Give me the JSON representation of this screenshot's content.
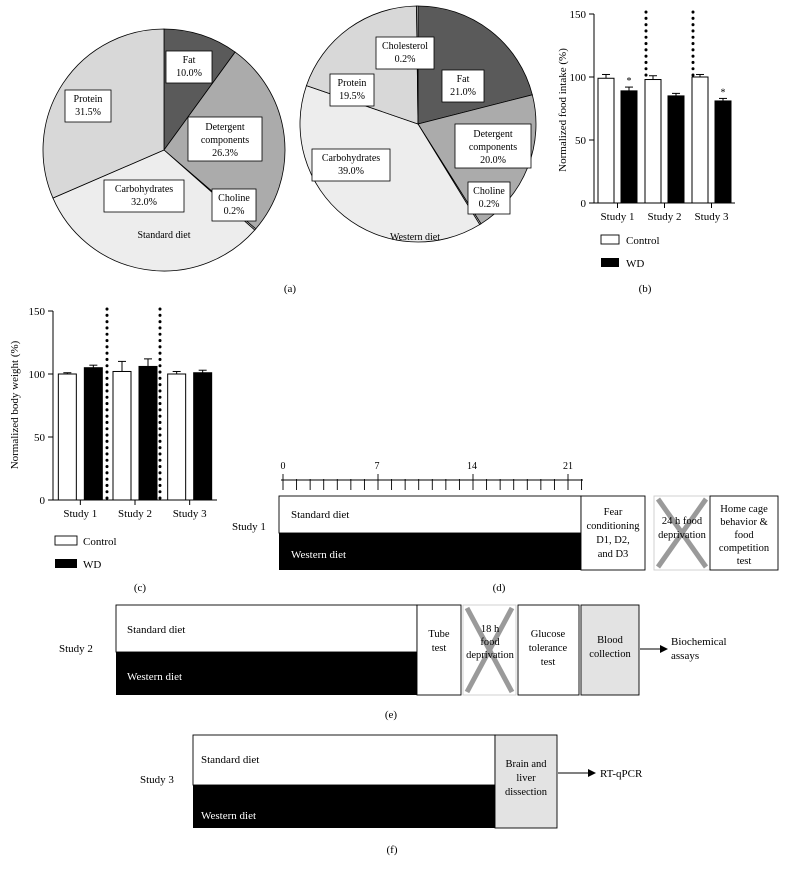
{
  "panel_labels": {
    "a": "(a)",
    "b": "(b)",
    "c": "(c)",
    "d": "(d)",
    "e": "(e)",
    "f": "(f)"
  },
  "colors": {
    "fat": "#5a5a5a",
    "detergent": "#ababab",
    "choline": "#d0d0d0",
    "carbohydrates": "#ededed",
    "protein": "#d8d8d8",
    "cholesterol": "#e6e6e6",
    "wd_bar": "#000000",
    "control_bar": "#ffffff",
    "cross": "#9a9a9a",
    "blood_box": "#e3e3e3"
  },
  "chart_data": [
    {
      "id": "a_standard",
      "type": "pie",
      "caption": "Standard diet",
      "slices": [
        {
          "name": "Fat",
          "value": 10.0,
          "label": "10.0%",
          "color": "#5a5a5a"
        },
        {
          "name": "Detergent components",
          "value": 26.3,
          "label": "26.3%",
          "color": "#ababab"
        },
        {
          "name": "Choline",
          "value": 0.2,
          "label": "0.2%",
          "color": "#d0d0d0"
        },
        {
          "name": "Carbohydrates",
          "value": 32.0,
          "label": "32.0%",
          "color": "#ededed"
        },
        {
          "name": "Protein",
          "value": 31.5,
          "label": "31.5%",
          "color": "#d8d8d8"
        }
      ]
    },
    {
      "id": "a_western",
      "type": "pie",
      "caption": "Western diet",
      "slices": [
        {
          "name": "Fat",
          "value": 21.0,
          "label": "21.0%",
          "color": "#5a5a5a"
        },
        {
          "name": "Detergent components",
          "value": 20.0,
          "label": "20.0%",
          "color": "#ababab"
        },
        {
          "name": "Choline",
          "value": 0.2,
          "label": "0.2%",
          "color": "#d0d0d0"
        },
        {
          "name": "Carbohydrates",
          "value": 39.0,
          "label": "39.0%",
          "color": "#ededed"
        },
        {
          "name": "Protein",
          "value": 19.5,
          "label": "19.5%",
          "color": "#d8d8d8"
        },
        {
          "name": "Cholesterol",
          "value": 0.2,
          "label": "0.2%",
          "color": "#e6e6e6"
        }
      ]
    },
    {
      "id": "b",
      "type": "bar",
      "ylabel": "Normalized food intake (%)",
      "ylim": [
        0,
        150
      ],
      "yticks": [
        "0",
        "50",
        "100",
        "150"
      ],
      "categories": [
        "Study 1",
        "Study 2",
        "Study 3"
      ],
      "series": [
        {
          "name": "Control",
          "values": [
            99,
            98,
            100
          ],
          "errors": [
            3,
            3,
            2
          ]
        },
        {
          "name": "WD",
          "values": [
            89,
            85,
            81
          ],
          "errors": [
            3,
            2,
            2
          ]
        }
      ],
      "significance": [
        "*",
        "",
        "*"
      ],
      "legend": [
        "Control",
        "WD"
      ],
      "legend_position": "below"
    },
    {
      "id": "c",
      "type": "bar",
      "ylabel": "Normalized body weight (%)",
      "ylim": [
        0,
        150
      ],
      "yticks": [
        "0",
        "50",
        "100",
        "150"
      ],
      "categories": [
        "Study 1",
        "Study 2",
        "Study 3"
      ],
      "series": [
        {
          "name": "Control",
          "values": [
            100,
            102,
            100
          ],
          "errors": [
            1,
            8,
            2
          ]
        },
        {
          "name": "WD",
          "values": [
            105,
            106,
            101
          ],
          "errors": [
            2,
            6,
            2
          ]
        }
      ],
      "legend": [
        "Control",
        "WD"
      ],
      "legend_position": "below"
    }
  ],
  "timeline_d": {
    "study_label": "Study 1",
    "tick_labels": [
      "0",
      "7",
      "14",
      "21"
    ],
    "standard": "Standard diet",
    "western": "Western diet",
    "box1": [
      "Fear",
      "conditioning",
      "D1, D2,",
      "and D3"
    ],
    "box2": [
      "24 h food",
      "deprivation"
    ],
    "box3": [
      "Home cage",
      "behavior &",
      "food",
      "competition",
      "test"
    ]
  },
  "timeline_e": {
    "study_label": "Study 2",
    "standard": "Standard diet",
    "western": "Western diet",
    "box1": [
      "Tube",
      "test"
    ],
    "box2": [
      "18 h",
      "food",
      "deprivation"
    ],
    "box3": [
      "Glucose",
      "tolerance",
      "test"
    ],
    "box4": [
      "Blood",
      "collection"
    ],
    "outcome": [
      "Biochemical",
      "assays"
    ]
  },
  "timeline_f": {
    "study_label": "Study 3",
    "standard": "Standard diet",
    "western": "Western diet",
    "box1": [
      "Brain and",
      "liver",
      "dissection"
    ],
    "outcome": "RT-qPCR"
  }
}
